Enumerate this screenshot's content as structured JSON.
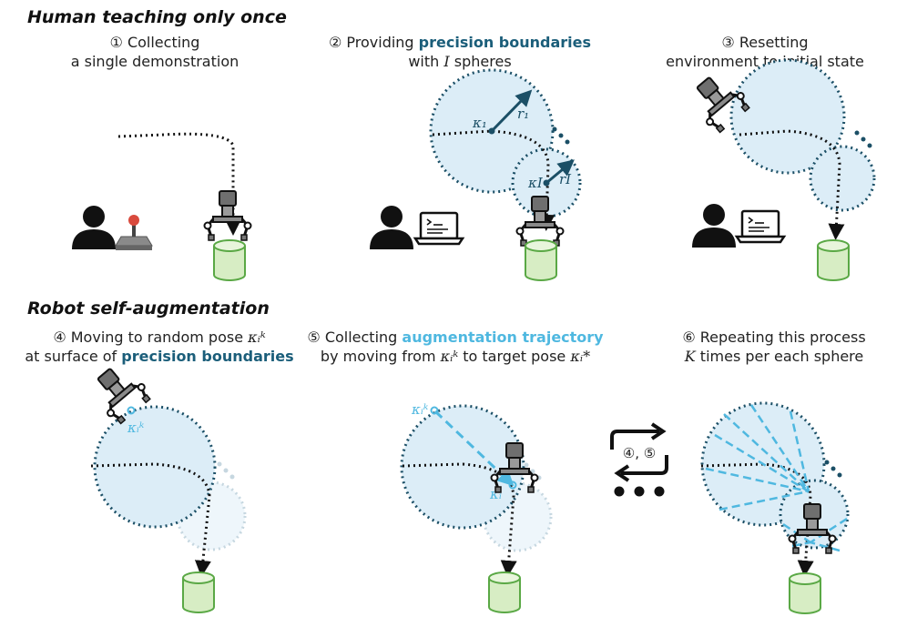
{
  "sections": {
    "top": "Human teaching only once",
    "bottom": "Robot self-augmentation"
  },
  "steps": [
    {
      "num": "①",
      "line1": "Collecting",
      "line2": "a single demonstration"
    },
    {
      "num": "②",
      "line1_pre": "Providing ",
      "line1_hl": "precision boundaries",
      "line2_pre": "with ",
      "line2_math": "I",
      "line2_post": " spheres"
    },
    {
      "num": "③",
      "line1": "Resetting",
      "line2": "environment to initial state"
    },
    {
      "num": "④",
      "line1_pre": "Moving to random pose ",
      "line1_math": "κᵢᵏ",
      "line2_pre": "at surface of ",
      "line2_hl": "precision boundaries"
    },
    {
      "num": "⑤",
      "line1_pre": "Collecting ",
      "line1_hl": "augmentation trajectory",
      "line2_pre": "by moving from ",
      "line2_math1": "κᵢᵏ",
      "line2_mid": " to target pose ",
      "line2_math2": "κᵢ*"
    },
    {
      "num": "⑥",
      "line1": "Repeating this process",
      "line2_math": "K",
      "line2_post": " times per each sphere"
    }
  ],
  "labels": {
    "kappa1": "κ₁",
    "r1": "r₁",
    "kappaI": "κI",
    "rI": "rI",
    "kappaik": "κᵢᵏ",
    "kappai": "κᵢ",
    "loop": "④, ⑤"
  },
  "icons": [
    "person-icon",
    "joystick-icon",
    "laptop-icon",
    "robot-gripper-icon",
    "cylinder-target-icon",
    "loop-arrows-icon"
  ],
  "colors": {
    "sphere_fill": "#dcedf7",
    "sphere_stroke": "#1b4f66",
    "highlight_dark": "#1b5e7a",
    "highlight_light": "#4fb8e0",
    "cylinder_fill": "#d7edc4",
    "cylinder_stroke": "#5aa845"
  }
}
